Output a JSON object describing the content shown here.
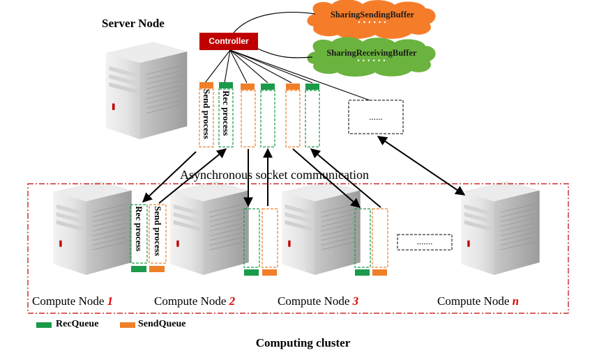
{
  "server_node_label": "Server Node",
  "controller_label": "Controller",
  "sending_buffer_label": "SharingSendingBuffer",
  "receiving_buffer_label": "SharingReceivingBuffer",
  "cloud_dots": "• • • • • •",
  "ellipsis_box_text": "......",
  "ellipsis_box_text_2": ".......",
  "send_process_label": "Send process",
  "rec_process_label": "Rec process",
  "async_comm_label": "Asynchronous socket communication",
  "compute_nodes": [
    {
      "prefix": "Compute Node ",
      "number": "1"
    },
    {
      "prefix": "Compute Node ",
      "number": "2"
    },
    {
      "prefix": "Compute Node ",
      "number": "3"
    },
    {
      "prefix": "Compute Node ",
      "number": "n"
    }
  ],
  "legend": {
    "rec_queue_label": "RecQueue",
    "send_queue_label": "SendQueue",
    "rec_queue_color": "#1a9a4a",
    "send_queue_color": "#f07f2a"
  },
  "cluster_label": "Computing cluster",
  "colors": {
    "controller_fill": "#c00000",
    "cloud_orange": "#f57d2a",
    "cloud_green": "#6ab33e",
    "cluster_border": "#c00000",
    "green_dashed": "#1a9a4a",
    "orange_dashed": "#f07f2a"
  },
  "icons": [
    "server-tower-icon"
  ]
}
